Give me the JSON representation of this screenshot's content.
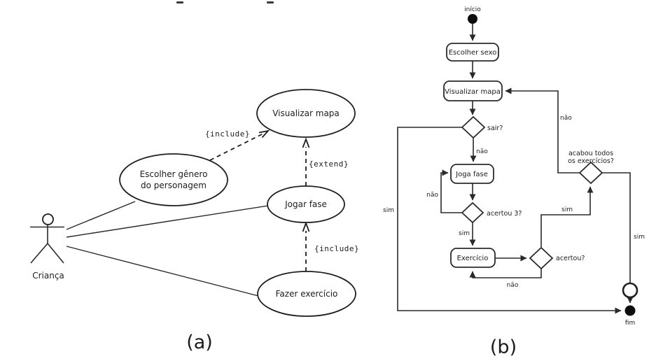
{
  "use_case_diagram": {
    "caption": "(a)",
    "actor": {
      "label": "Criança"
    },
    "use_cases": {
      "visualizar_mapa": "Visualizar mapa",
      "escolher_genero_line1": "Escolher gênero",
      "escolher_genero_line2": "do personagem",
      "jogar_fase": "Jogar fase",
      "fazer_exercicio": "Fazer exercício"
    },
    "relations": {
      "include_top": "{include}",
      "extend": "{extend}",
      "include_bottom": "{include}"
    }
  },
  "activity_diagram": {
    "caption": "(b)",
    "start_label": "início",
    "end_label": "fim",
    "activities": {
      "escolher_sexo": "Escolher sexo",
      "visualizar_mapa": "Visualizar mapa",
      "joga_fase": "Joga fase",
      "exercicio": "Exercício"
    },
    "decisions": {
      "sair": "sair?",
      "acertou_3": "acertou 3?",
      "acertou": "acertou?",
      "acabou_line1": "acabou todos",
      "acabou_line2": "os exercícios?"
    },
    "edge_labels": {
      "nao_sair": "não",
      "sim_sair": "sim",
      "nao_acertou3": "não",
      "sim_acertou3": "sim",
      "nao_acertou": "não",
      "sim_acertou": "sim",
      "nao_acabou": "não",
      "sim_acabou": "sim"
    }
  }
}
